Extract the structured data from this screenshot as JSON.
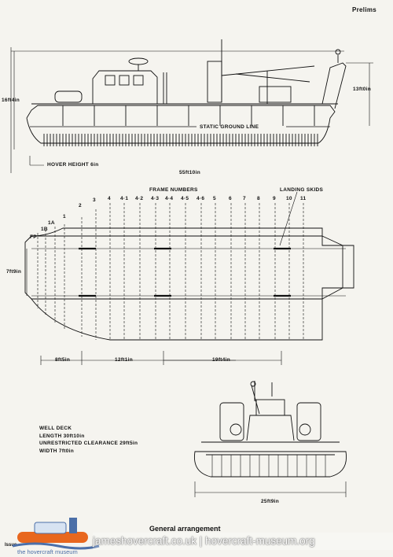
{
  "header": {
    "section": "Prelims"
  },
  "side_view": {
    "overall_height": "16ft4in",
    "aft_height": "13ft0in",
    "static_ground_line": "STATIC GROUND LINE",
    "hover_height": "HOVER HEIGHT 6in",
    "overall_length": "55ft10in"
  },
  "plan_view": {
    "frame_numbers_title": "FRAME NUMBERS",
    "landing_skids": "LANDING SKIDS",
    "frames": [
      "FP",
      "1B",
      "1A",
      "1",
      "2",
      "3",
      "4",
      "4·1",
      "4·2",
      "4·3",
      "4·4",
      "4·5",
      "4·6",
      "5",
      "6",
      "7",
      "8",
      "9",
      "10",
      "11"
    ],
    "beam": "7ft9in",
    "dim_bow": "8ft5in",
    "dim_mid": "12ft1in",
    "dim_aft": "19ft4in"
  },
  "well_deck": {
    "heading": "WELL DECK",
    "length": "LENGTH  30ft10in",
    "clearance": "UNRESTRICTED CLEARANCE  29ft5in",
    "width": "WIDTH  7ft0in"
  },
  "front_view": {
    "overall_width": "25ft9in"
  },
  "footer": {
    "title": "General arrangement",
    "issue": "Issue",
    "watermark": "jameshovercraft.co.uk | hovercraft-museum.org",
    "logo_text": "the hovercraft museum"
  }
}
